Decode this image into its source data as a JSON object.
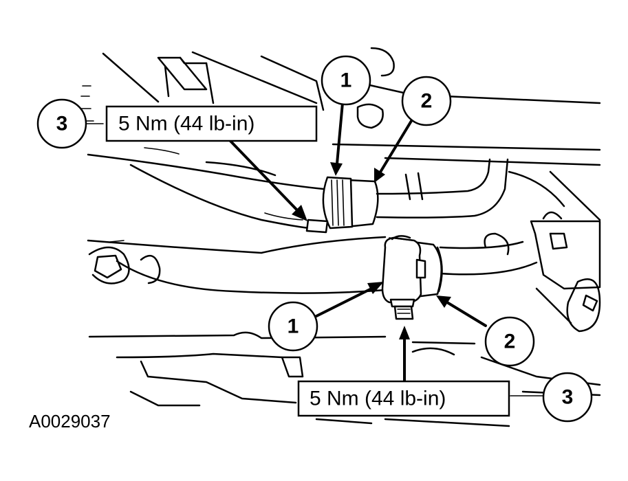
{
  "figure": {
    "id": "A0029037"
  },
  "callouts": [
    {
      "number": "1"
    },
    {
      "number": "2"
    },
    {
      "number": "3"
    },
    {
      "number": "1"
    },
    {
      "number": "2"
    },
    {
      "number": "3"
    }
  ],
  "torque_specs": [
    {
      "text": "5 Nm (44 lb-in)"
    },
    {
      "text": "5 Nm (44 lb-in)"
    }
  ]
}
